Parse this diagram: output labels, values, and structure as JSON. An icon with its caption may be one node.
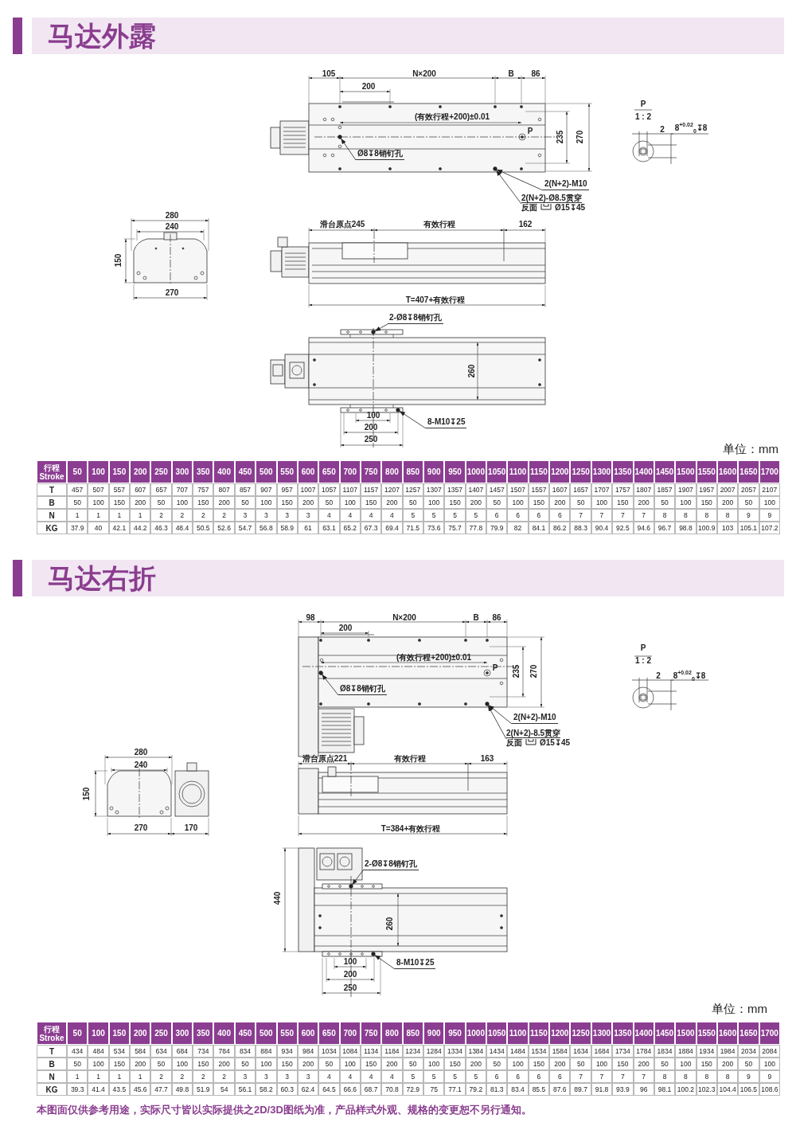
{
  "diagram": {
    "nodes": [
      {
        "text": [
          "Ø8↧8销钉孔"
        ]
      },
      {
        "text": [
          "2(N+2)-M10"
        ]
      },
      {
        "text": [
          "2(N+2)-Ø8.5贯穿",
          "反面",
          "Ø15↧45"
        ]
      },
      {
        "text": [
          "2-Ø8↧8销钉孔"
        ]
      },
      {
        "text": [
          "8-M10↧25"
        ]
      },
      {
        "text": [
          "Ø8↧8销钉孔"
        ]
      },
      {
        "text": [
          "2(N+2)-M10"
        ]
      },
      {
        "text": [
          "2(N+2)-8.5贯穿",
          "反面",
          "Ø15↧45"
        ]
      },
      {
        "text": [
          "2-Ø8↧8销钉孔"
        ]
      },
      {
        "text": [
          "8-M10↧25"
        ]
      },
      {
        "text": [],
        "shape": "circle"
      },
      {
        "text": [],
        "shape": "circle"
      },
      {
        "text": [],
        "shape": "circle"
      },
      {
        "text": [],
        "shape": "circle"
      },
      {
        "text": [],
        "shape": "circle"
      },
      {
        "text": [],
        "shape": "circle"
      },
      {
        "text": [],
        "shape": "circle"
      },
      {
        "text": [],
        "shape": "circle"
      }
    ],
    "edges": [
      {
        "from": 0,
        "to": 10,
        "arrow": "to"
      },
      {
        "from": 1,
        "to": 11,
        "arrow": "to"
      },
      {
        "from": 2,
        "to": 11,
        "arrow": "to"
      },
      {
        "from": 3,
        "to": 12,
        "arrow": "to"
      },
      {
        "from": 4,
        "to": 13,
        "arrow": "to"
      },
      {
        "from": 5,
        "to": 14,
        "arrow": "to"
      },
      {
        "from": 6,
        "to": 15,
        "arrow": "to"
      },
      {
        "from": 7,
        "to": 15,
        "arrow": "to"
      },
      {
        "from": 8,
        "to": 16,
        "arrow": "to"
      },
      {
        "from": 9,
        "to": 17,
        "arrow": "to"
      }
    ],
    "labels": [
      "马达外露",
      "105",
      "N×200",
      "B",
      "86",
      "200",
      "(有效行程+200)±0.01",
      "P",
      "235",
      "270",
      "P",
      "1 : 2",
      "2",
      "8$^{+0.02}$$_{0}$↧8",
      "280",
      "240",
      "150",
      "270",
      "滑台原点245",
      "有效行程",
      "162",
      "T=407+有效行程",
      "260",
      "100",
      "200",
      "250",
      "单位：mm",
      "行程 Stroke",
      "50",
      "100",
      "150",
      "200",
      "250",
      "300",
      "350",
      "400",
      "450",
      "500",
      "550",
      "600",
      "650",
      "700",
      "750",
      "800",
      "850",
      "900",
      "950",
      "1000",
      "1050",
      "1100",
      "1150",
      "1200",
      "1250",
      "1300",
      "1350",
      "1400",
      "1450",
      "1500",
      "1550",
      "1600",
      "1650",
      "1700",
      "T",
      "457",
      "507",
      "557",
      "607",
      "657",
      "707",
      "757",
      "807",
      "857",
      "907",
      "957",
      "1007",
      "1057",
      "1107",
      "1157",
      "1207",
      "1257",
      "1307",
      "1357",
      "1407",
      "1457",
      "1507",
      "1557",
      "1607",
      "1657",
      "1707",
      "1757",
      "1807",
      "1857",
      "1907",
      "1957",
      "2007",
      "2057",
      "2107",
      "B",
      "50",
      "100",
      "150",
      "200",
      "50",
      "100",
      "150",
      "200",
      "50",
      "100",
      "150",
      "200",
      "50",
      "100",
      "150",
      "200",
      "50",
      "100",
      "150",
      "200",
      "50",
      "100",
      "150",
      "200",
      "50",
      "100",
      "150",
      "200",
      "50",
      "100",
      "150",
      "200",
      "50",
      "100",
      "N",
      "1",
      "1",
      "1",
      "1",
      "2",
      "2",
      "2",
      "2",
      "3",
      "3",
      "3",
      "3",
      "4",
      "4",
      "4",
      "4",
      "5",
      "5",
      "5",
      "5",
      "6",
      "6",
      "6",
      "6",
      "7",
      "7",
      "7",
      "7",
      "8",
      "8",
      "8",
      "8",
      "9",
      "9",
      "KG",
      "37.9",
      "40",
      "42.1",
      "44.2",
      "46.3",
      "48.4",
      "50.5",
      "52.6",
      "54.7",
      "56.8",
      "58.9",
      "61",
      "63.1",
      "65.2",
      "67.3",
      "69.4",
      "71.5",
      "73.6",
      "75.7",
      "77.8",
      "79.9",
      "82",
      "84.1",
      "86.2",
      "88.3",
      "90.4",
      "92.5",
      "94.6",
      "96.7",
      "98.8",
      "100.9",
      "103",
      "105.1",
      "107.2",
      "马达右折",
      "98",
      "N×200",
      "B",
      "86",
      "200",
      "(有效行程+200)±0.01",
      "P",
      "235",
      "270",
      "P",
      "1 : 2",
      "2",
      "8$^{+0.02}$$_{0}$↧8",
      "280",
      "240",
      "150",
      "270",
      "170",
      "滑台原点221",
      "有效行程",
      "163",
      "T=384+有效行程",
      "440",
      "260",
      "100",
      "200",
      "250",
      "单位：mm",
      "行程 Stroke",
      "50",
      "100",
      "150",
      "200",
      "250",
      "300",
      "350",
      "400",
      "450",
      "500",
      "550",
      "600",
      "650",
      "700",
      "750",
      "800",
      "850",
      "900",
      "950",
      "1000",
      "1050",
      "1100",
      "1150",
      "1200",
      "1250",
      "1300",
      "1350",
      "1400",
      "1450",
      "1500",
      "1550",
      "1600",
      "1650",
      "1700",
      "T",
      "434",
      "484",
      "534",
      "584",
      "634",
      "684",
      "734",
      "784",
      "834",
      "884",
      "934",
      "984",
      "1034",
      "1084",
      "1134",
      "1184",
      "1234",
      "1284",
      "1334",
      "1384",
      "1434",
      "1484",
      "1534",
      "1584",
      "1634",
      "1684",
      "1734",
      "1784",
      "1834",
      "1884",
      "1934",
      "1984",
      "2034",
      "2084",
      "B",
      "50",
      "100",
      "150",
      "200",
      "50",
      "100",
      "150",
      "200",
      "50",
      "100",
      "150",
      "200",
      "50",
      "100",
      "150",
      "200",
      "50",
      "100",
      "150",
      "200",
      "50",
      "100",
      "150",
      "200",
      "50",
      "100",
      "150",
      "200",
      "50",
      "100",
      "150",
      "200",
      "50",
      "100",
      "N",
      "1",
      "1",
      "1",
      "1",
      "2",
      "2",
      "2",
      "2",
      "3",
      "3",
      "3",
      "3",
      "4",
      "4",
      "4",
      "4",
      "5",
      "5",
      "5",
      "5",
      "6",
      "6",
      "6",
      "6",
      "7",
      "7",
      "7",
      "7",
      "8",
      "8",
      "8",
      "8",
      "9",
      "9",
      "KG",
      "39.3",
      "41.4",
      "43.5",
      "45.6",
      "47.7",
      "49.8",
      "51.9",
      "54",
      "56.1",
      "58.2",
      "60.3",
      "62.4",
      "64.5",
      "66.6",
      "68.7",
      "70.8",
      "72.9",
      "75",
      "77.1",
      "79.2",
      "81.3",
      "83.4",
      "85.5",
      "87.6",
      "89.7",
      "91.8",
      "93.9",
      "96",
      "98.1",
      "100.2",
      "102.3",
      "104.4",
      "106.5",
      "108.6",
      "本图面仅供参考用途，实际尺寸皆以实际提供之2D/3D图纸为准，产品样式外观、规格的变更恕不另行通知。"
    ]
  }
}
